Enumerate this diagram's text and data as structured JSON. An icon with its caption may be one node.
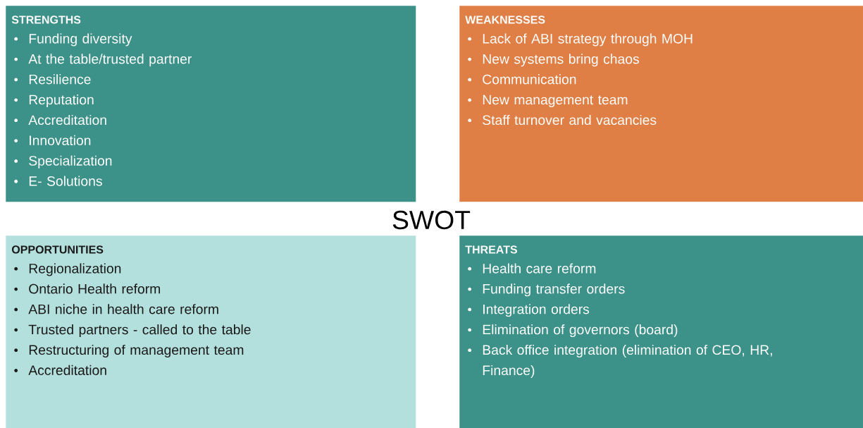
{
  "diagram": {
    "title": "SWOT",
    "nodes": [
      {
        "text": [
          "STRENGTHS",
          "Funding diversity",
          "At the table/trusted partner",
          "Resilience",
          "Reputation",
          "Accreditation",
          "Innovation",
          "Specialization",
          "E- Solutions"
        ]
      },
      {
        "text": [
          "WEAKNESSES",
          "Lack of ABI strategy through MOH",
          "New systems bring chaos",
          "Communication",
          "New management team",
          "Staff turnover and vacancies"
        ]
      },
      {
        "text": [
          "OPPORTUNITIES",
          "Regionalization",
          "Ontario Health reform",
          "ABI niche in health care reform",
          "Trusted partners - called to the table",
          "Restructuring of management team",
          "Accreditation"
        ]
      },
      {
        "text": [
          "THREATS",
          "Health care reform",
          "Funding transfer orders",
          "Integration orders",
          "Elimination of governors (board)",
          "Back office integration (elimination of CEO, HR, Finance)"
        ]
      }
    ]
  }
}
